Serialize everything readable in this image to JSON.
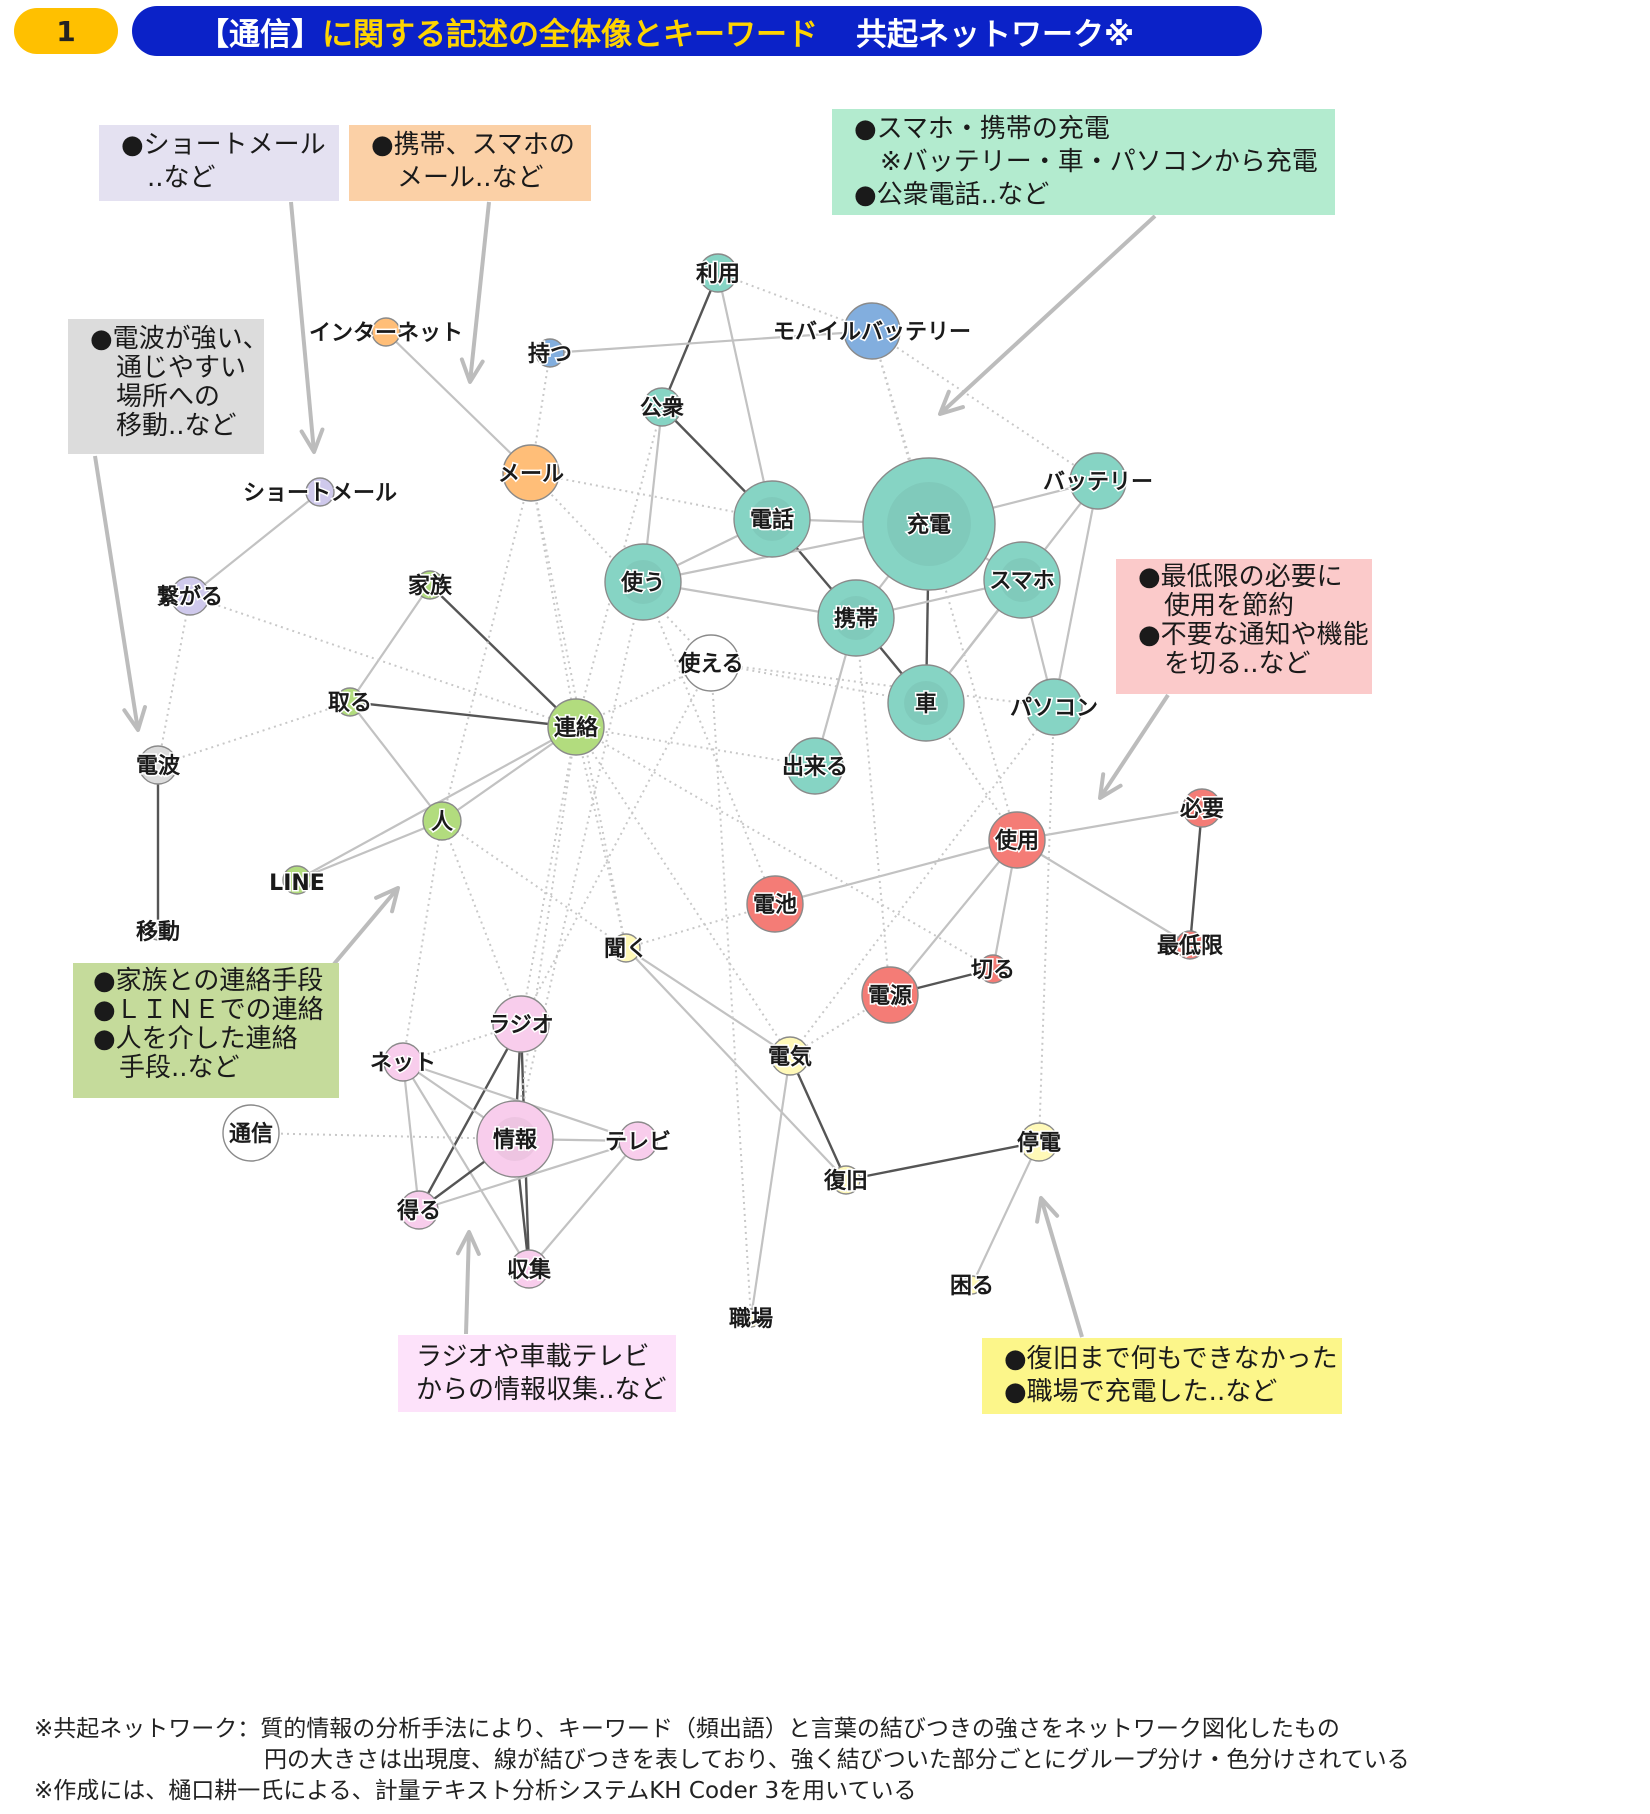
{
  "header": {
    "badge": "1",
    "title_bracket": "【通信】",
    "title_main": "に関する記述の全体像とキーワード",
    "title_tail": "共起ネットワーク※"
  },
  "colors": {
    "badge_bg": "#ffc000",
    "bar_bg": "#0b22c8",
    "teal": "#86d4c4",
    "teal_big": "#86d4c4",
    "orange": "#ffbe78",
    "blue": "#82aede",
    "lavender": "#cfc9ec",
    "green": "#b2dc7e",
    "gray": "#dcdcdc",
    "red": "#f47c76",
    "pink": "#f8cdec",
    "yellow": "#fff9b8",
    "white": "#ffffff"
  },
  "network": {
    "nodes": [
      {
        "id": "riyou",
        "label": "利用",
        "group": "teal",
        "size": "s"
      },
      {
        "id": "mobile",
        "label": "モバイルバッテリー",
        "group": "blue",
        "size": "m"
      },
      {
        "id": "motsu",
        "label": "持つ",
        "group": "blue",
        "size": "xs"
      },
      {
        "id": "internet",
        "label": "インターネット",
        "group": "orange",
        "size": "xs"
      },
      {
        "id": "koushu",
        "label": "公衆",
        "group": "teal",
        "size": "s"
      },
      {
        "id": "mail",
        "label": "メール",
        "group": "orange",
        "size": "m"
      },
      {
        "id": "shortmail",
        "label": "ショートメール",
        "group": "lavender",
        "size": "xs"
      },
      {
        "id": "tsunagaru",
        "label": "繋がる",
        "group": "lavender",
        "size": "s"
      },
      {
        "id": "denwa",
        "label": "電話",
        "group": "teal",
        "size": "l"
      },
      {
        "id": "juuden",
        "label": "充電",
        "group": "teal",
        "size": "xl"
      },
      {
        "id": "battery",
        "label": "バッテリー",
        "group": "teal",
        "size": "m"
      },
      {
        "id": "tsukau",
        "label": "使う",
        "group": "teal",
        "size": "l"
      },
      {
        "id": "sumaho",
        "label": "スマホ",
        "group": "teal",
        "size": "l"
      },
      {
        "id": "keitai",
        "label": "携帯",
        "group": "teal",
        "size": "l"
      },
      {
        "id": "kazoku",
        "label": "家族",
        "group": "green",
        "size": "xs"
      },
      {
        "id": "tsukaeru",
        "label": "使える",
        "group": "white",
        "size": "m"
      },
      {
        "id": "toru",
        "label": "取る",
        "group": "green",
        "size": "xs"
      },
      {
        "id": "renraku",
        "label": "連絡",
        "group": "green",
        "size": "m"
      },
      {
        "id": "kuruma",
        "label": "車",
        "group": "teal",
        "size": "l"
      },
      {
        "id": "pasokon",
        "label": "パソコン",
        "group": "teal",
        "size": "m"
      },
      {
        "id": "denpa",
        "label": "電波",
        "group": "gray",
        "size": "s"
      },
      {
        "id": "dekiru",
        "label": "出来る",
        "group": "teal",
        "size": "m"
      },
      {
        "id": "hito",
        "label": "人",
        "group": "green",
        "size": "s"
      },
      {
        "id": "hitsuyou",
        "label": "必要",
        "group": "red",
        "size": "s"
      },
      {
        "id": "shiyou",
        "label": "使用",
        "group": "red",
        "size": "m"
      },
      {
        "id": "line",
        "label": "LINE",
        "group": "green",
        "size": "xs"
      },
      {
        "id": "denchi",
        "label": "電池",
        "group": "red",
        "size": "m"
      },
      {
        "id": "idou",
        "label": "移動",
        "group": "gray",
        "size": "xxs"
      },
      {
        "id": "kiku",
        "label": "聞く",
        "group": "yellow",
        "size": "xs"
      },
      {
        "id": "saiteigen",
        "label": "最低限",
        "group": "red",
        "size": "xs"
      },
      {
        "id": "kiru",
        "label": "切る",
        "group": "red",
        "size": "xs"
      },
      {
        "id": "dengen",
        "label": "電源",
        "group": "red",
        "size": "m"
      },
      {
        "id": "radio",
        "label": "ラジオ",
        "group": "pink",
        "size": "m"
      },
      {
        "id": "net",
        "label": "ネット",
        "group": "pink",
        "size": "s"
      },
      {
        "id": "denki",
        "label": "電気",
        "group": "yellow",
        "size": "s"
      },
      {
        "id": "tsushin",
        "label": "通信",
        "group": "white",
        "size": "m"
      },
      {
        "id": "jouhou",
        "label": "情報",
        "group": "pink",
        "size": "l"
      },
      {
        "id": "terebi",
        "label": "テレビ",
        "group": "pink",
        "size": "s"
      },
      {
        "id": "teiden",
        "label": "停電",
        "group": "yellow",
        "size": "s"
      },
      {
        "id": "fukkyuu",
        "label": "復旧",
        "group": "yellow",
        "size": "xs"
      },
      {
        "id": "eru",
        "label": "得る",
        "group": "pink",
        "size": "s"
      },
      {
        "id": "komaru",
        "label": "困る",
        "group": "yellow",
        "size": "xxs"
      },
      {
        "id": "shuushuu",
        "label": "収集",
        "group": "pink",
        "size": "s"
      },
      {
        "id": "shokuba",
        "label": "職場",
        "group": "yellow",
        "size": "xxs"
      }
    ],
    "edges": [
      [
        "riyou",
        "koushu",
        "dark"
      ],
      [
        "riyou",
        "denwa",
        "light"
      ],
      [
        "riyou",
        "mobile",
        "dot"
      ],
      [
        "motsu",
        "mobile",
        "light"
      ],
      [
        "internet",
        "mail",
        "light"
      ],
      [
        "koushu",
        "denwa",
        "dark"
      ],
      [
        "koushu",
        "tsukau",
        "light"
      ],
      [
        "mail",
        "denwa",
        "dot"
      ],
      [
        "shortmail",
        "tsunagaru",
        "light"
      ],
      [
        "denwa",
        "juuden",
        "light"
      ],
      [
        "denwa",
        "tsukau",
        "light"
      ],
      [
        "denwa",
        "keitai",
        "dark"
      ],
      [
        "juuden",
        "kuruma",
        "dark"
      ],
      [
        "juuden",
        "battery",
        "light"
      ],
      [
        "juuden",
        "sumaho",
        "light"
      ],
      [
        "juuden",
        "keitai",
        "light"
      ],
      [
        "juuden",
        "tsukau",
        "light"
      ],
      [
        "battery",
        "kuruma",
        "light"
      ],
      [
        "battery",
        "pasokon",
        "light"
      ],
      [
        "sumaho",
        "kuruma",
        "light"
      ],
      [
        "sumaho",
        "pasokon",
        "light"
      ],
      [
        "sumaho",
        "keitai",
        "light"
      ],
      [
        "keitai",
        "kuruma",
        "dark"
      ],
      [
        "keitai",
        "tsukau",
        "light"
      ],
      [
        "keitai",
        "dekiru",
        "light"
      ],
      [
        "kazoku",
        "toru",
        "light"
      ],
      [
        "kazoku",
        "renraku",
        "dark"
      ],
      [
        "toru",
        "renraku",
        "dark"
      ],
      [
        "toru",
        "hito",
        "light"
      ],
      [
        "renraku",
        "hito",
        "light"
      ],
      [
        "renraku",
        "line",
        "light"
      ],
      [
        "hito",
        "line",
        "light"
      ],
      [
        "denpa",
        "idou",
        "dark"
      ],
      [
        "hitsuyou",
        "shiyou",
        "light"
      ],
      [
        "hitsuyou",
        "saiteigen",
        "dark"
      ],
      [
        "shiyou",
        "saiteigen",
        "light"
      ],
      [
        "shiyou",
        "denchi",
        "light"
      ],
      [
        "shiyou",
        "dengen",
        "light"
      ],
      [
        "shiyou",
        "kiru",
        "light"
      ],
      [
        "dengen",
        "kiru",
        "dark"
      ],
      [
        "kiku",
        "denki",
        "light"
      ],
      [
        "kiku",
        "fukkyuu",
        "light"
      ],
      [
        "denki",
        "fukkyuu",
        "dark"
      ],
      [
        "denki",
        "shokuba",
        "light"
      ],
      [
        "fukkyuu",
        "teiden",
        "dark"
      ],
      [
        "teiden",
        "komaru",
        "light"
      ],
      [
        "radio",
        "jouhou",
        "dark"
      ],
      [
        "radio",
        "eru",
        "dark"
      ],
      [
        "radio",
        "shuushuu",
        "dark"
      ],
      [
        "radio",
        "net",
        "dot"
      ],
      [
        "net",
        "eru",
        "light"
      ],
      [
        "net",
        "jouhou",
        "light"
      ],
      [
        "net",
        "terebi",
        "light"
      ],
      [
        "net",
        "shuushuu",
        "light"
      ],
      [
        "jouhou",
        "eru",
        "dark"
      ],
      [
        "jouhou",
        "terebi",
        "light"
      ],
      [
        "jouhou",
        "shuushuu",
        "dark"
      ],
      [
        "terebi",
        "eru",
        "light"
      ],
      [
        "terebi",
        "shuushuu",
        "light"
      ],
      [
        "tsushin",
        "jouhou",
        "dot"
      ],
      [
        "tsunagaru",
        "denpa",
        "dot"
      ],
      [
        "tsunagaru",
        "renraku",
        "dot"
      ],
      [
        "toru",
        "denpa",
        "dot"
      ],
      [
        "mail",
        "renraku",
        "dot"
      ],
      [
        "mail",
        "kiku",
        "dot"
      ],
      [
        "mail",
        "hito",
        "dot"
      ],
      [
        "mail",
        "motsu",
        "dot"
      ],
      [
        "mail",
        "tsukaeru",
        "dot"
      ],
      [
        "hito",
        "kiku",
        "dot"
      ],
      [
        "hito",
        "radio",
        "dot"
      ],
      [
        "hito",
        "net",
        "dot"
      ],
      [
        "renraku",
        "dekiru",
        "dot"
      ],
      [
        "renraku",
        "tsukaeru",
        "dot"
      ],
      [
        "renraku",
        "kiku",
        "dot"
      ],
      [
        "renraku",
        "denki",
        "dot"
      ],
      [
        "renraku",
        "jouhou",
        "dot"
      ],
      [
        "renraku",
        "koushu",
        "dot"
      ],
      [
        "renraku",
        "radio",
        "dot"
      ],
      [
        "renraku",
        "kiru",
        "dot"
      ],
      [
        "tsukaeru",
        "kuruma",
        "dot"
      ],
      [
        "tsukaeru",
        "radio",
        "dot"
      ],
      [
        "tsukaeru",
        "shokuba",
        "dot"
      ],
      [
        "tsukaeru",
        "pasokon",
        "dot"
      ],
      [
        "tsukau",
        "denchi",
        "dot"
      ],
      [
        "tsukau",
        "jouhou",
        "dot"
      ],
      [
        "mobile",
        "juuden",
        "dot"
      ],
      [
        "mobile",
        "battery",
        "dot"
      ],
      [
        "mobile",
        "shiyou",
        "dot"
      ],
      [
        "kuruma",
        "shiyou",
        "dot"
      ],
      [
        "keitai",
        "dengen",
        "dot"
      ],
      [
        "pasokon",
        "teiden",
        "dot"
      ],
      [
        "denchi",
        "kiku",
        "dot"
      ],
      [
        "denki",
        "pasokon",
        "dot"
      ],
      [
        "dengen",
        "denki",
        "dot"
      ]
    ]
  },
  "callouts": [
    {
      "id": "shortmail",
      "bg": "#e4e1f1",
      "lines": [
        "●ショートメール",
        "　..など"
      ]
    },
    {
      "id": "mail",
      "bg": "#fbd0a6",
      "lines": [
        "●携帯、スマホの",
        "　メール..など"
      ]
    },
    {
      "id": "juuden",
      "bg": "#b3ebcf",
      "lines": [
        "●スマホ・携帯の充電",
        "　※バッテリー・車・パソコンから充電",
        "●公衆電話..など"
      ]
    },
    {
      "id": "denpa",
      "bg": "#dcdcdc",
      "lines": [
        "●電波が強い、",
        "　通じやすい",
        "　場所への",
        "　移動..など"
      ]
    },
    {
      "id": "shiyou",
      "bg": "#fbcaca",
      "lines": [
        "●最低限の必要に",
        "　使用を節約",
        "●不要な通知や機能",
        "　を切る..など"
      ]
    },
    {
      "id": "renraku",
      "bg": "#c5db9b",
      "lines": [
        "●家族との連絡手段",
        "●ＬＩＮＥでの連絡",
        "●人を介した連絡",
        "　手段..など"
      ]
    },
    {
      "id": "jouhou",
      "bg": "#fde2fa",
      "lines": [
        "ラジオや車載テレビ",
        "からの情報収集..など"
      ]
    },
    {
      "id": "teiden",
      "bg": "#fcf68a",
      "lines": [
        "●復旧まで何もできなかった",
        "●職場で充電した..など"
      ]
    }
  ],
  "footnote": [
    "※共起ネットワーク：質的情報の分析手法により、キーワード（頻出語）と言葉の結びつきの強さをネットワーク図化したもの",
    "　　　　　　　　　　円の大きさは出現度、線が結びつきを表しており、強く結びついた部分ごとにグループ分け・色分けされている",
    "※作成には、樋口耕一氏による、計量テキスト分析システムKH Coder 3を用いている"
  ]
}
